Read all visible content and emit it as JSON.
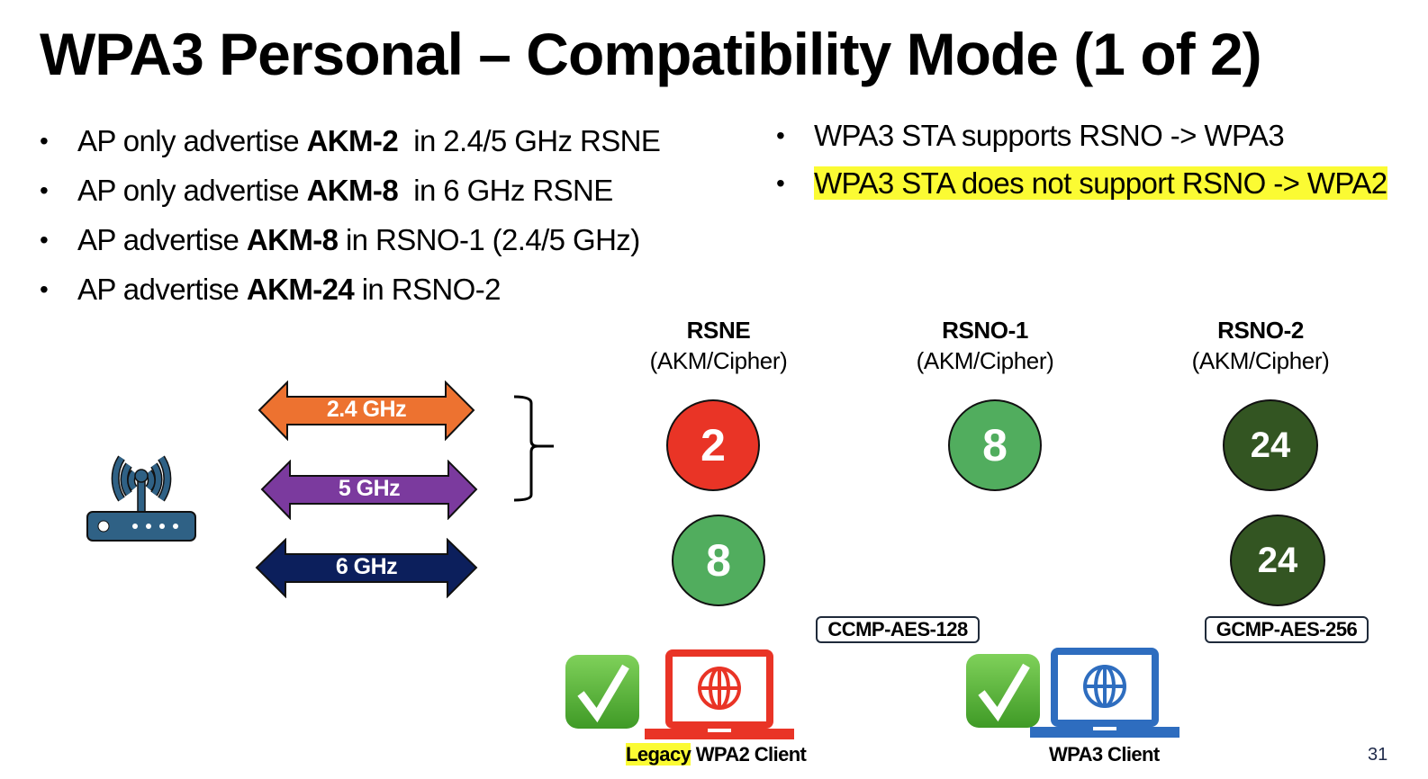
{
  "slide": {
    "title": "WPA3 Personal – Compatibility Mode (1 of 2)",
    "page_number": "31"
  },
  "left_bullets": [
    {
      "pre": "AP only advertise ",
      "bold": "AKM-2",
      "post": "  in 2.4/5 GHz RSNE"
    },
    {
      "pre": "AP only advertise ",
      "bold": "AKM-8",
      "post": "  in 6 GHz RSNE"
    },
    {
      "pre": "AP advertise ",
      "bold": "AKM-8",
      "post": " in RSNO-1 (2.4/5 GHz)"
    },
    {
      "pre": "AP advertise ",
      "bold": "AKM-24",
      "post": " in RSNO-2"
    }
  ],
  "right_bullets": [
    {
      "text": "WPA3 STA supports RSNO -> WPA3",
      "highlighted": false
    },
    {
      "text": "WPA3 STA does not support RSNO -> WPA2",
      "highlighted": true
    }
  ],
  "bands": [
    {
      "label": "2.4 GHz",
      "color": "#ed7230"
    },
    {
      "label": "5 GHz",
      "color": "#7b3a9e"
    },
    {
      "label": "6 GHz",
      "color": "#0c1f5c"
    }
  ],
  "columns": [
    {
      "name": "RSNE",
      "sub": "(AKM/Cipher)"
    },
    {
      "name": "RSNO-1",
      "sub": "(AKM/Cipher)"
    },
    {
      "name": "RSNO-2",
      "sub": "(AKM/Cipher)"
    }
  ],
  "akm_values": {
    "rsne_24_5": {
      "value": "2",
      "color": "#e93426"
    },
    "rsne_6": {
      "value": "8",
      "color": "#51ad5e"
    },
    "rsno1_24_5": {
      "value": "8",
      "color": "#51ad5e"
    },
    "rsno2_24_5": {
      "value": "24",
      "color": "#335522"
    },
    "rsno2_6": {
      "value": "24",
      "color": "#335522"
    }
  },
  "ciphers": {
    "rsno1": "CCMP-AES-128",
    "rsno2": "GCMP-AES-256"
  },
  "clients": [
    {
      "highlight_word": "Legacy",
      "label": " WPA2 Client",
      "color": "#e93426",
      "status": "check"
    },
    {
      "highlight_word": "",
      "label": "WPA3 Client",
      "color": "#2e6dbf",
      "status": "check"
    }
  ],
  "colors": {
    "router": "#2f6185",
    "check_green": "#55b437",
    "highlight": "#fbfb33"
  }
}
